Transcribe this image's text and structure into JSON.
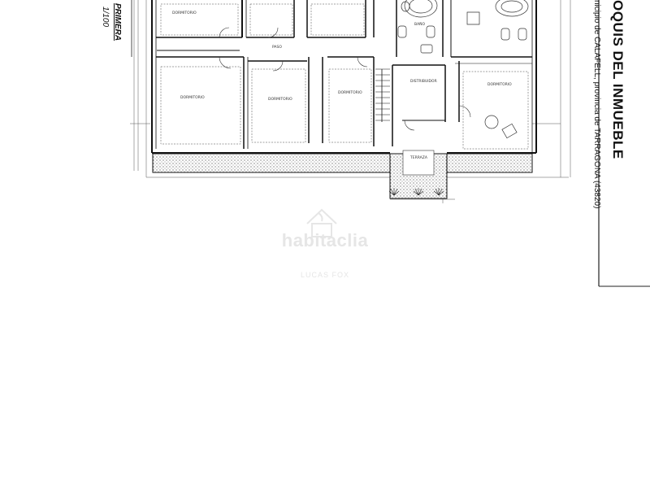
{
  "sheet": {
    "title": "OQUIS DEL INMUEBLE",
    "subtitle": "nicipio de CALAFELL,   provincia de TARRAGONA  (43820)",
    "floor_label": "PRIMERA",
    "scale": "1/100"
  },
  "rooms": [
    {
      "id": "dorm-top-left",
      "label": "DORMITORIO"
    },
    {
      "id": "dorm-left",
      "label": "DORMITORIO"
    },
    {
      "id": "dorm-center",
      "label": "DORMITORIO"
    },
    {
      "id": "dorm-right-mid",
      "label": "DORMITORIO"
    },
    {
      "id": "dorm-right",
      "label": "DORMITORIO"
    },
    {
      "id": "bano",
      "label": "BAÑO"
    },
    {
      "id": "paso",
      "label": "PASO"
    },
    {
      "id": "distribuidor",
      "label": "DISTRIBUIDOR"
    },
    {
      "id": "terraza",
      "label": "TERRAZA"
    }
  ],
  "watermark": {
    "brand": "habitaclia",
    "agency": "LUCAS FOX"
  }
}
